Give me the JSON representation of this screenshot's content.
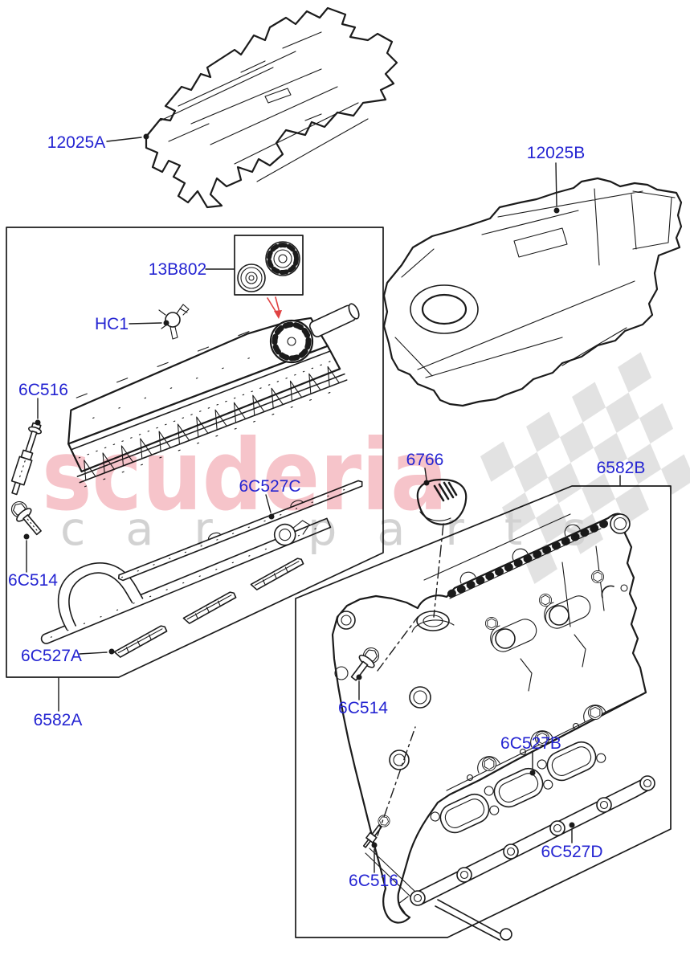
{
  "watermark": {
    "brand": "scuderia",
    "subtext": "car parts",
    "brand_color": "#f6c4ca",
    "subtext_color": "#d2d2d2",
    "flag_color": "#e2e2e2"
  },
  "colors": {
    "label": "#2424d2",
    "line": "#1b1b1b",
    "red_arrow": "#e04343",
    "background": "#ffffff"
  },
  "callouts": [
    {
      "id": "12025A",
      "label": "12025A"
    },
    {
      "id": "12025B",
      "label": "12025B"
    },
    {
      "id": "13B802",
      "label": "13B802"
    },
    {
      "id": "HC1",
      "label": "HC1"
    },
    {
      "id": "6C516-left",
      "label": "6C516"
    },
    {
      "id": "6C527C",
      "label": "6C527C"
    },
    {
      "id": "6C514-left",
      "label": "6C514"
    },
    {
      "id": "6C527A",
      "label": "6C527A"
    },
    {
      "id": "6582A",
      "label": "6582A"
    },
    {
      "id": "6766",
      "label": "6766"
    },
    {
      "id": "6582B",
      "label": "6582B"
    },
    {
      "id": "6C514-right",
      "label": "6C514"
    },
    {
      "id": "6C527B",
      "label": "6C527B"
    },
    {
      "id": "6C527D",
      "label": "6C527D"
    },
    {
      "id": "6C516-right",
      "label": "6C516"
    }
  ]
}
